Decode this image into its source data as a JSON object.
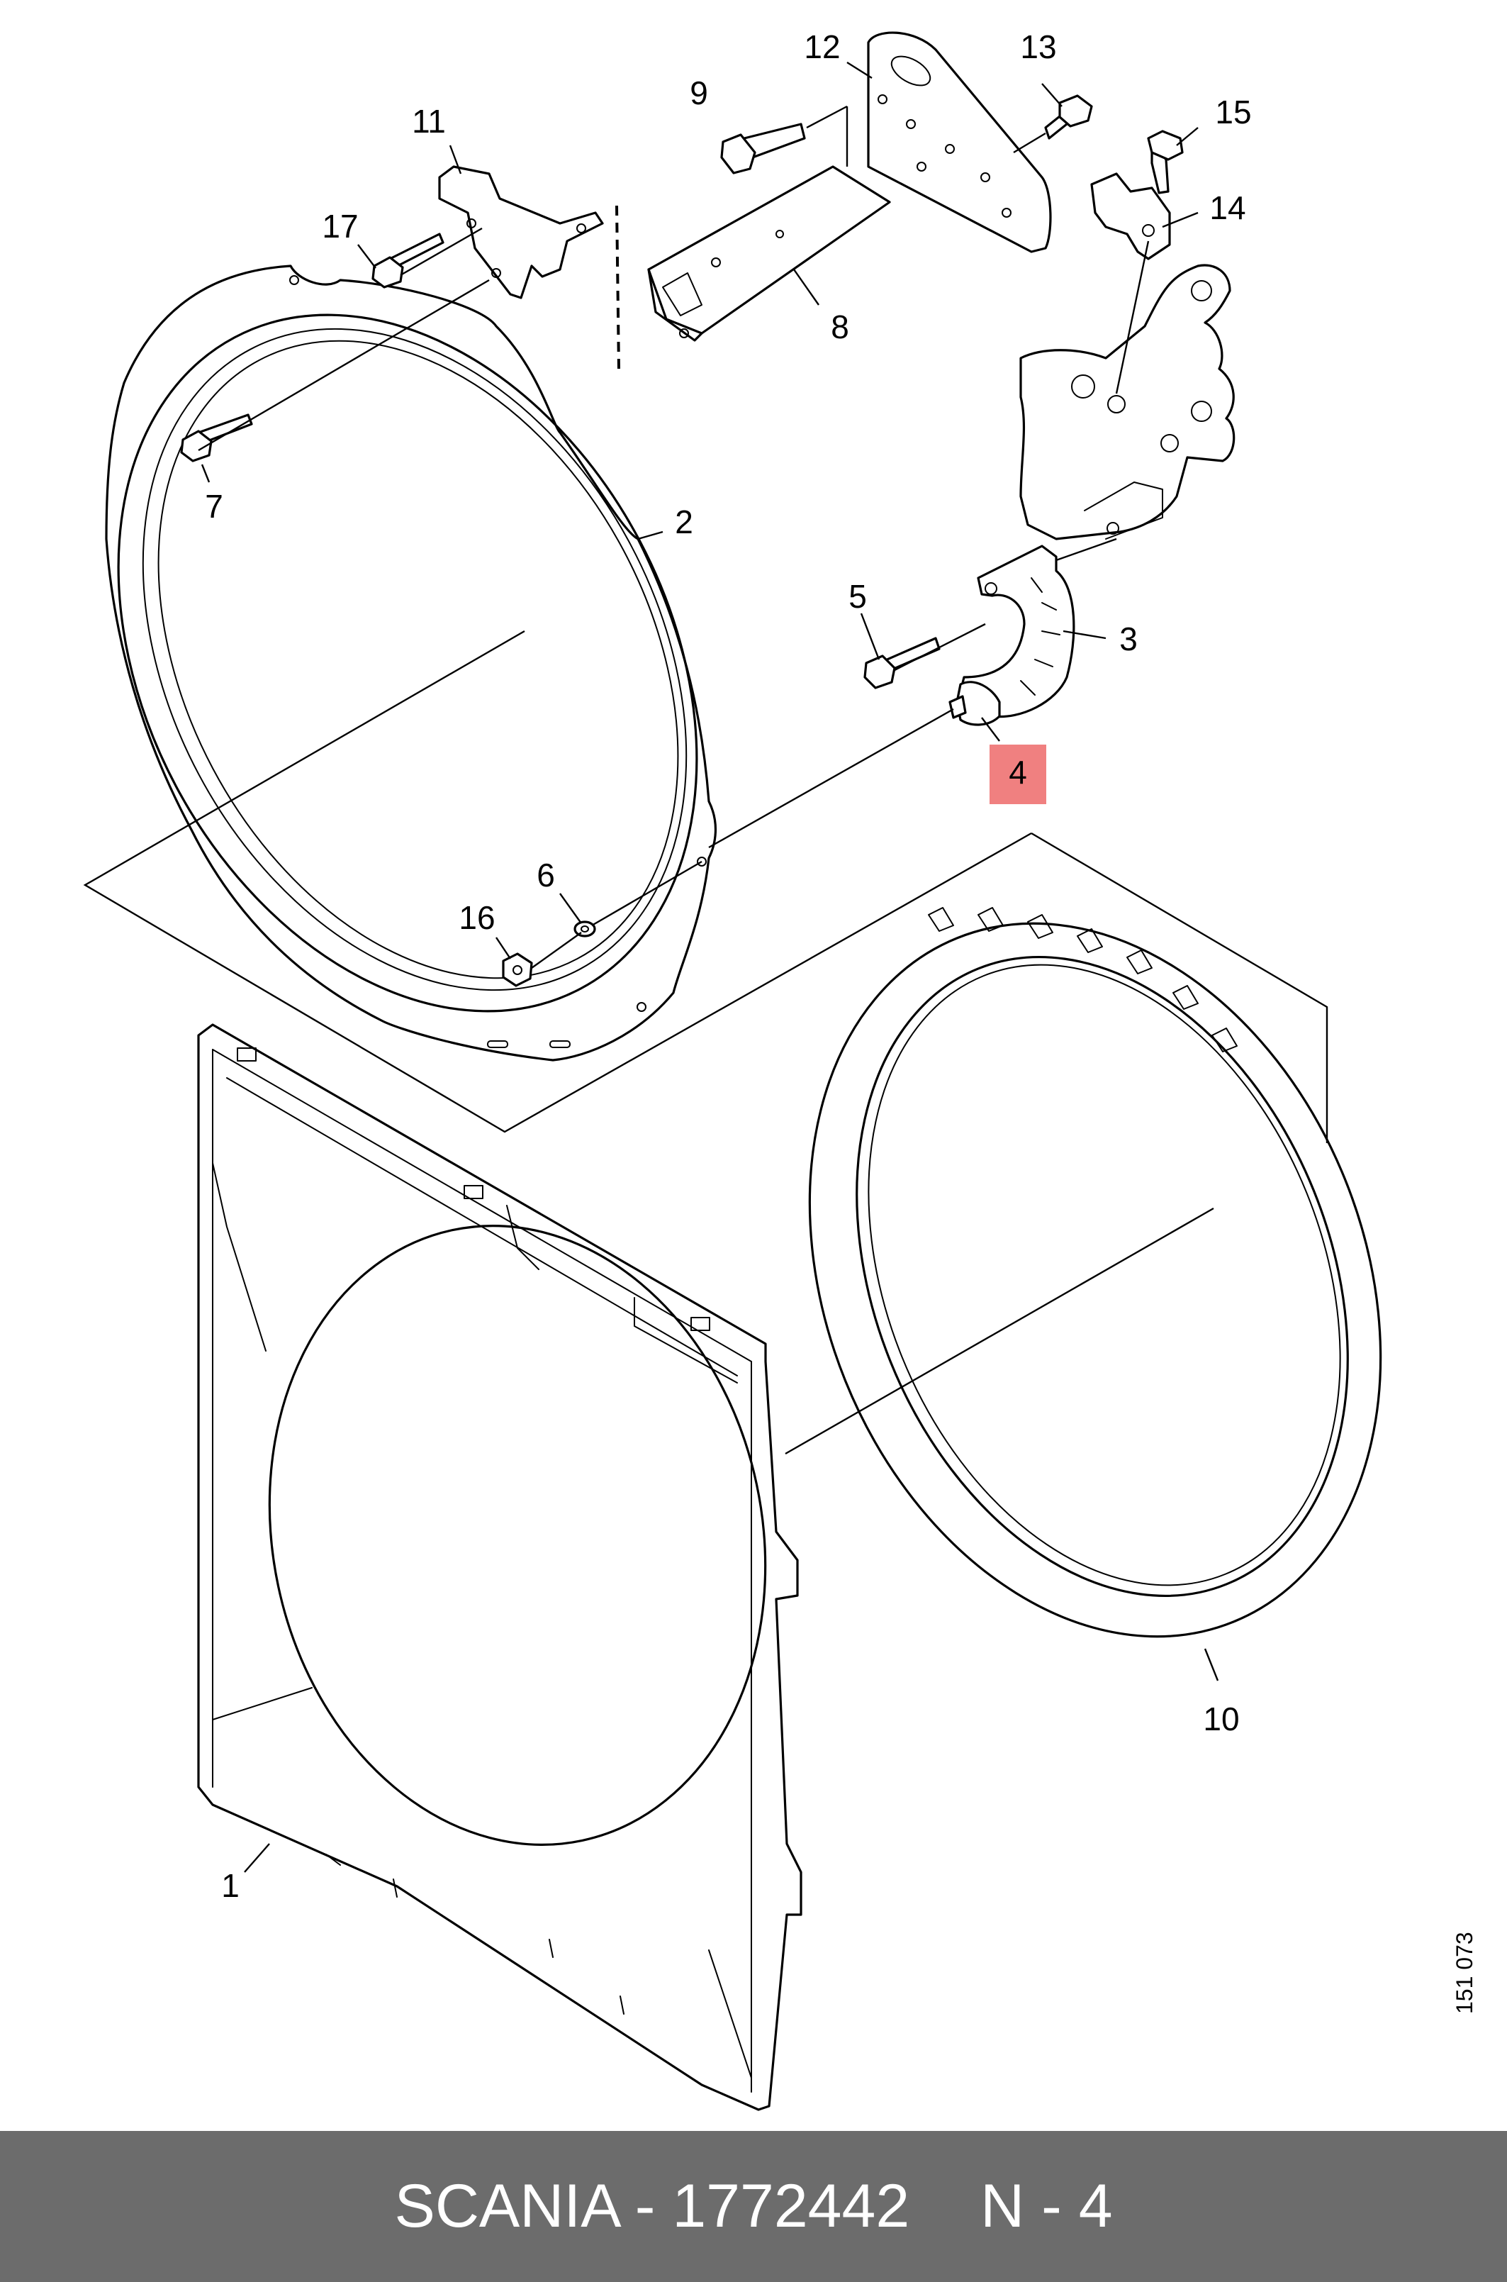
{
  "diagram": {
    "callouts": {
      "c1": "1",
      "c2": "2",
      "c3": "3",
      "c4": "4",
      "c5": "5",
      "c6": "6",
      "c7": "7",
      "c8": "8",
      "c9": "9",
      "c10": "10",
      "c11": "11",
      "c12": "12",
      "c13": "13",
      "c14": "14",
      "c15": "15",
      "c16": "16",
      "c17": "17"
    },
    "highlighted_callout": "4",
    "highlight_color": "#f08080",
    "reference_code": "151 073"
  },
  "footer": {
    "brand_part": "SCANIA - 1772442",
    "position": "N - 4",
    "background_color": "#6c6c6c",
    "text_color": "#ffffff"
  }
}
